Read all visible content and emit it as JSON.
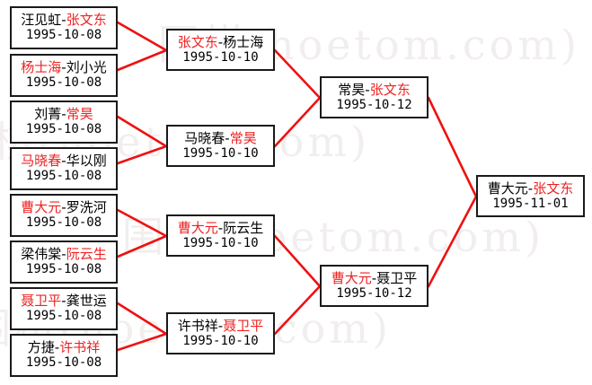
{
  "meta": {
    "watermark_text": "围棋(hoetom.com)",
    "winner_color": "#ee2222",
    "loser_color": "#000000",
    "connector_color": "#ee1111",
    "box_border_color": "#1a1a1a"
  },
  "bracket": {
    "rounds": [
      {
        "name": "round-of-16",
        "matches": [
          {
            "player_left": "汪见虹",
            "player_right": "张文东",
            "winner": "right",
            "date": "1995-10-08"
          },
          {
            "player_left": "杨士海",
            "player_right": "刘小光",
            "winner": "left",
            "date": "1995-10-08"
          },
          {
            "player_left": "刘菁",
            "player_right": "常昊",
            "winner": "right",
            "date": "1995-10-08"
          },
          {
            "player_left": "马晓春",
            "player_right": "华以刚",
            "winner": "left",
            "date": "1995-10-08"
          },
          {
            "player_left": "曹大元",
            "player_right": "罗洗河",
            "winner": "left",
            "date": "1995-10-08"
          },
          {
            "player_left": "梁伟棠",
            "player_right": "阮云生",
            "winner": "right",
            "date": "1995-10-08"
          },
          {
            "player_left": "聂卫平",
            "player_right": "龚世运",
            "winner": "left",
            "date": "1995-10-08"
          },
          {
            "player_left": "方捷",
            "player_right": "许书祥",
            "winner": "right",
            "date": "1995-10-08"
          }
        ]
      },
      {
        "name": "quarterfinals",
        "matches": [
          {
            "player_left": "张文东",
            "player_right": "杨士海",
            "winner": "left",
            "date": "1995-10-10"
          },
          {
            "player_left": "马晓春",
            "player_right": "常昊",
            "winner": "right",
            "date": "1995-10-10"
          },
          {
            "player_left": "曹大元",
            "player_right": "阮云生",
            "winner": "left",
            "date": "1995-10-10"
          },
          {
            "player_left": "许书祥",
            "player_right": "聂卫平",
            "winner": "right",
            "date": "1995-10-10"
          }
        ]
      },
      {
        "name": "semifinals",
        "matches": [
          {
            "player_left": "常昊",
            "player_right": "张文东",
            "winner": "right",
            "date": "1995-10-12"
          },
          {
            "player_left": "曹大元",
            "player_right": "聂卫平",
            "winner": "left",
            "date": "1995-10-12"
          }
        ]
      },
      {
        "name": "final",
        "matches": [
          {
            "player_left": "曹大元",
            "player_right": "张文东",
            "winner": "right",
            "date": "1995-11-01"
          }
        ]
      }
    ]
  }
}
